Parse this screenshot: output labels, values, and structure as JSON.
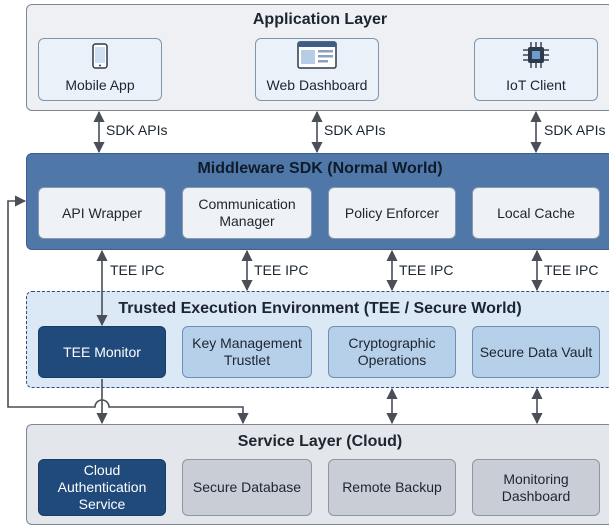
{
  "application_layer": {
    "title": "Application Layer",
    "items": [
      {
        "label": "Mobile App",
        "icon": "smartphone-icon"
      },
      {
        "label": "Web Dashboard",
        "icon": "browser-window-icon"
      },
      {
        "label": "IoT Client",
        "icon": "microchip-icon"
      }
    ]
  },
  "sdk_link_label": "SDK APIs",
  "middleware": {
    "title": "Middleware SDK (Normal World)",
    "items": [
      "API Wrapper",
      "Communication Manager",
      "Policy Enforcer",
      "Local Cache"
    ]
  },
  "ipc_link_label": "TEE IPC",
  "tee": {
    "title": "Trusted Execution Environment (TEE / Secure World)",
    "items": [
      "TEE Monitor",
      "Key Management Trustlet",
      "Cryptographic Operations",
      "Secure Data Vault"
    ]
  },
  "service_layer": {
    "title": "Service Layer (Cloud)",
    "items": [
      "Cloud Authentication Service",
      "Secure Database",
      "Remote Backup",
      "Monitoring Dashboard"
    ]
  },
  "colors": {
    "app_layer_bg": "#eef0f3",
    "middleware_bg": "#4f77a8",
    "tee_bg": "#dbe8f6",
    "service_bg": "#e3e6ea",
    "dark_node": "#1f4a7b",
    "arrow": "#4a4f57"
  }
}
